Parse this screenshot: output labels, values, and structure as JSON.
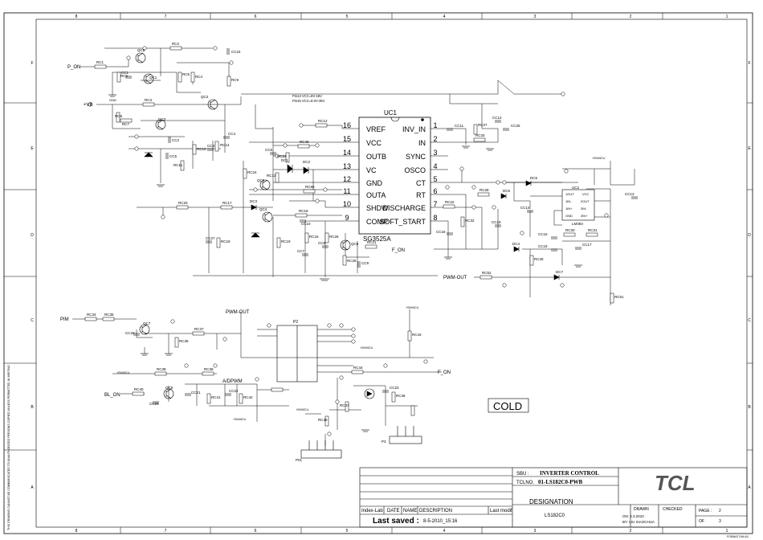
{
  "border": {
    "cols_top": [
      "8",
      "7",
      "6",
      "5",
      "4",
      "3",
      "2",
      "1"
    ],
    "cols_bottom": [
      "8",
      "7",
      "6",
      "5",
      "4",
      "3",
      "2",
      "1"
    ],
    "rows_left": [
      "F",
      "E",
      "D",
      "C",
      "B",
      "A"
    ],
    "rows_right": [
      "F",
      "E",
      "D",
      "C",
      "B",
      "A"
    ],
    "side_note": "THIS DRAWING CANNOT BE COMMUNICATED TO UNAUTHORIZED PERSONS COPIED UNLESS PERMITTED IN WRITING",
    "format": "FORMAT DIN A3"
  },
  "ic": {
    "name": "UC1",
    "part": "SG3525A",
    "pins_left": [
      {
        "num": "16",
        "name": "VREF"
      },
      {
        "num": "15",
        "name": "VCC"
      },
      {
        "num": "14",
        "name": "OUTB"
      },
      {
        "num": "13",
        "name": "VC"
      },
      {
        "num": "12",
        "name": "GND"
      },
      {
        "num": "11",
        "name": "OUTA"
      },
      {
        "num": "10",
        "name": "SHDW"
      },
      {
        "num": "9",
        "name": "COMP"
      }
    ],
    "pins_right": [
      {
        "num": "1",
        "name": "INV_IN"
      },
      {
        "num": "2",
        "name": "IN"
      },
      {
        "num": "3",
        "name": "SYNC"
      },
      {
        "num": "4",
        "name": "OSCO"
      },
      {
        "num": "5",
        "name": "CT"
      },
      {
        "num": "6",
        "name": "RT"
      },
      {
        "num": "7",
        "name": "DISCHARGE"
      },
      {
        "num": "8",
        "name": "SOFT_START"
      }
    ],
    "note_1": "Pin13 VCC=8V-18V",
    "note_2": "Pin15 VCC=8.0V-35V"
  },
  "labels": {
    "p_on": "P_ON",
    "vbl": "+VB",
    "pwm_out": "PWM-OUT",
    "pim": "PIM",
    "bl_on": "BL_ON",
    "f_on": "F_ON",
    "f_on2": "F_ON",
    "adpwm": "A/DPWM",
    "svmcu1": "+5VMCU",
    "svmcu2": "+5VMCU",
    "svmcu3": "+5VMCU",
    "svmcu4": "+5VMCU",
    "svmcu5": "+5VMCU",
    "svmcu6": "+5VMCU",
    "gnd": "GND",
    "cold": "COLD",
    "p2": "P2",
    "p01": "P01",
    "p3": "P3",
    "uc2": "UC2",
    "lm393": "LM393",
    "uc2_pins": [
      "1OUT",
      "1IN-",
      "1IN+",
      "GND",
      "VCC",
      "2OUT",
      "2IN-",
      "2IN+"
    ]
  },
  "components": [
    "RC1",
    "RC2",
    "RC3",
    "RC4",
    "RC5",
    "RC6",
    "RC7",
    "RC8",
    "RC9",
    "RC10",
    "RC11",
    "RC12",
    "RC13",
    "RC14",
    "RC15",
    "RC16",
    "RC17",
    "RC18",
    "RC19",
    "RC20",
    "RC21",
    "RC22",
    "RC23",
    "RC24",
    "RC25",
    "RC26",
    "RC27",
    "RC28",
    "RC29",
    "RC30",
    "RC31",
    "RC32",
    "RC33",
    "RC34",
    "RC35",
    "RC36",
    "RC37",
    "RC38",
    "RC39",
    "RC40",
    "RC41",
    "RC42",
    "RC43",
    "RC44",
    "RC45",
    "RC46",
    "RC47",
    "RC48",
    "RC50",
    "RC51",
    "RC52",
    "CC1",
    "CC2",
    "CC3",
    "CC4",
    "CC5",
    "CC6",
    "CC7",
    "CC8",
    "CC9",
    "CC10",
    "CC11",
    "CC12",
    "CC13",
    "CC14",
    "CC15",
    "CC16",
    "CC17",
    "CC18",
    "CC19",
    "CC20",
    "CC21",
    "CC22",
    "CC23",
    "CC24",
    "CC25",
    "CC26",
    "CC27",
    "QC1",
    "QC2",
    "QC3",
    "QC4",
    "QC5",
    "QC6",
    "QC7",
    "QC8",
    "QC9",
    "DC1",
    "DC2",
    "DC3",
    "DC4",
    "DC5",
    "DC6",
    "DC7"
  ],
  "title_block": {
    "sbu_label": "SBU :",
    "sbu_value": "INVERTER CONTROL",
    "tclno_label": "TCLNO.",
    "tclno_value": "01-LS182C0-PWB",
    "designation_label": "DESIGNATION",
    "designation_value": "LS182C0",
    "logo": "TCL",
    "columns": [
      "Index-Lab",
      "DATE",
      "NAME",
      "DESCRIPTION",
      "Last modif"
    ],
    "last_saved_label": "Last saved :",
    "last_saved_value": "8-5-2010_15:16",
    "drawn_label": "DRAWN",
    "checked_label": "CHECKED",
    "on_label": "ON: 4.3.2010",
    "by_label": "BY: LIU XIAOCHUA",
    "page_label": "PAGE :",
    "page_value": "2",
    "of_label": "OF",
    "of_value": "3"
  }
}
